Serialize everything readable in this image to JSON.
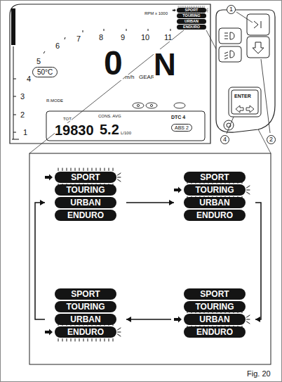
{
  "diagram": {
    "caption": "Fig. 20",
    "nodes": [
      {
        "text": [
          "SPORT"
        ]
      },
      {
        "text": [
          "TOURING"
        ]
      },
      {
        "text": [
          "URBAN"
        ]
      },
      {
        "text": [
          "ENDURO"
        ]
      },
      {
        "text": [
          "50°C"
        ]
      },
      {
        "text": [
          "ABS 2"
        ]
      },
      {
        "text": [
          "SPORT"
        ]
      },
      {
        "text": [
          "TOURING"
        ]
      },
      {
        "text": [
          "URBAN"
        ]
      },
      {
        "text": [
          "ENDURO"
        ]
      },
      {
        "text": [
          "SPORT"
        ]
      },
      {
        "text": [
          "TOURING"
        ]
      },
      {
        "text": [
          "URBAN"
        ]
      },
      {
        "text": [
          "ENDURO"
        ]
      },
      {
        "text": [
          "SPORT"
        ]
      },
      {
        "text": [
          "TOURING"
        ]
      },
      {
        "text": [
          "URBAN"
        ]
      },
      {
        "text": [
          "ENDURO"
        ]
      },
      {
        "text": [
          "SPORT"
        ]
      },
      {
        "text": [
          "TOURING"
        ]
      },
      {
        "text": [
          "URBAN"
        ]
      },
      {
        "text": [
          "ENDURO"
        ]
      }
    ],
    "edges": [
      {
        "from": 8,
        "to": 12,
        "arrow": "to"
      },
      {
        "from": 12,
        "to": 20,
        "arrow": "to"
      },
      {
        "from": 20,
        "to": 16,
        "arrow": "to"
      },
      {
        "from": 16,
        "to": 8,
        "arrow": "to"
      }
    ],
    "labels": [
      "RPM x 1000",
      "1",
      "2",
      "3",
      "4",
      "5",
      "6",
      "7",
      "8",
      "9",
      "10",
      "11",
      "R.MODE",
      "0",
      "m/h",
      "GEAR",
      "N",
      "TOT",
      "19830",
      "CONS. AVG",
      "5.2",
      "L/100",
      "DTC 4",
      "ENTER",
      "1",
      "2",
      "4"
    ]
  }
}
